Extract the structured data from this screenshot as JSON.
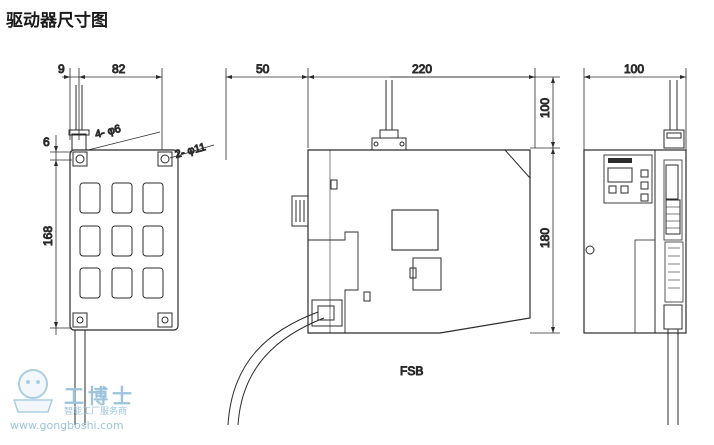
{
  "page_title": "驱动器尺寸图",
  "left_view": {
    "dims": {
      "margin": "9",
      "width": "82",
      "hole_offset": "6",
      "height": "168"
    },
    "holes_label": "4- φ6",
    "hole_label_2": "2- φ11"
  },
  "front_view": {
    "dims": {
      "cable_side": "50",
      "width": "220",
      "top_height": "100",
      "height": "180"
    },
    "model": "FSB"
  },
  "side_view": {
    "dims": {
      "width": "100"
    }
  },
  "watermark": {
    "brand": "工博士",
    "slogan": "智能工厂服务商",
    "site": "www.gongboshi.com"
  }
}
